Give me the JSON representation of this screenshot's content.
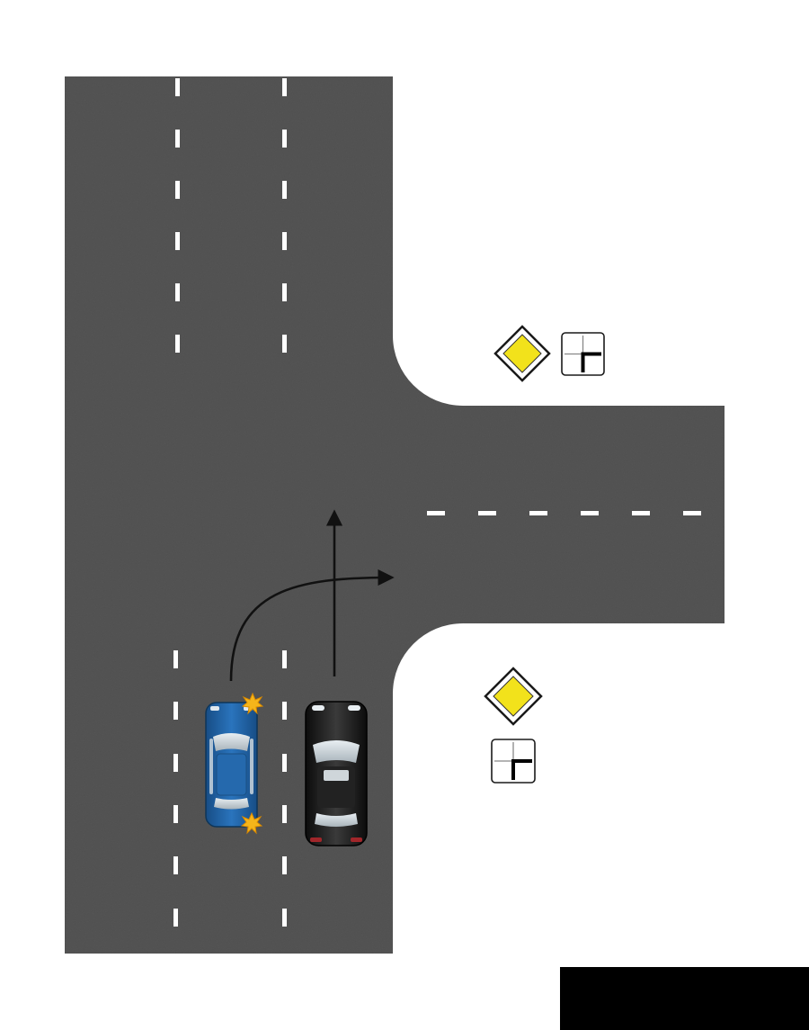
{
  "scene": {
    "road_color": "#555555",
    "marking_color": "#ffffff",
    "arrow_color": "#111111",
    "background": "#ffffff"
  },
  "signs": [
    {
      "name": "priority-road-sign",
      "icon": "yellow-diamond-icon",
      "fill": "#f2e21b"
    },
    {
      "name": "direction-of-main-road-sign",
      "icon": "main-road-direction-plate-icon"
    }
  ],
  "vehicles": [
    {
      "name": "blue-car",
      "color": "#1f5fa0",
      "turn_signal": "right",
      "turn_signal_color": "#f5b51a"
    },
    {
      "name": "black-car",
      "color": "#1a1a1a"
    }
  ],
  "maneuvers": [
    {
      "vehicle": "blue-car",
      "path": "right-turn"
    },
    {
      "vehicle": "black-car",
      "path": "straight"
    }
  ],
  "overlay": {
    "color": "#000000"
  }
}
